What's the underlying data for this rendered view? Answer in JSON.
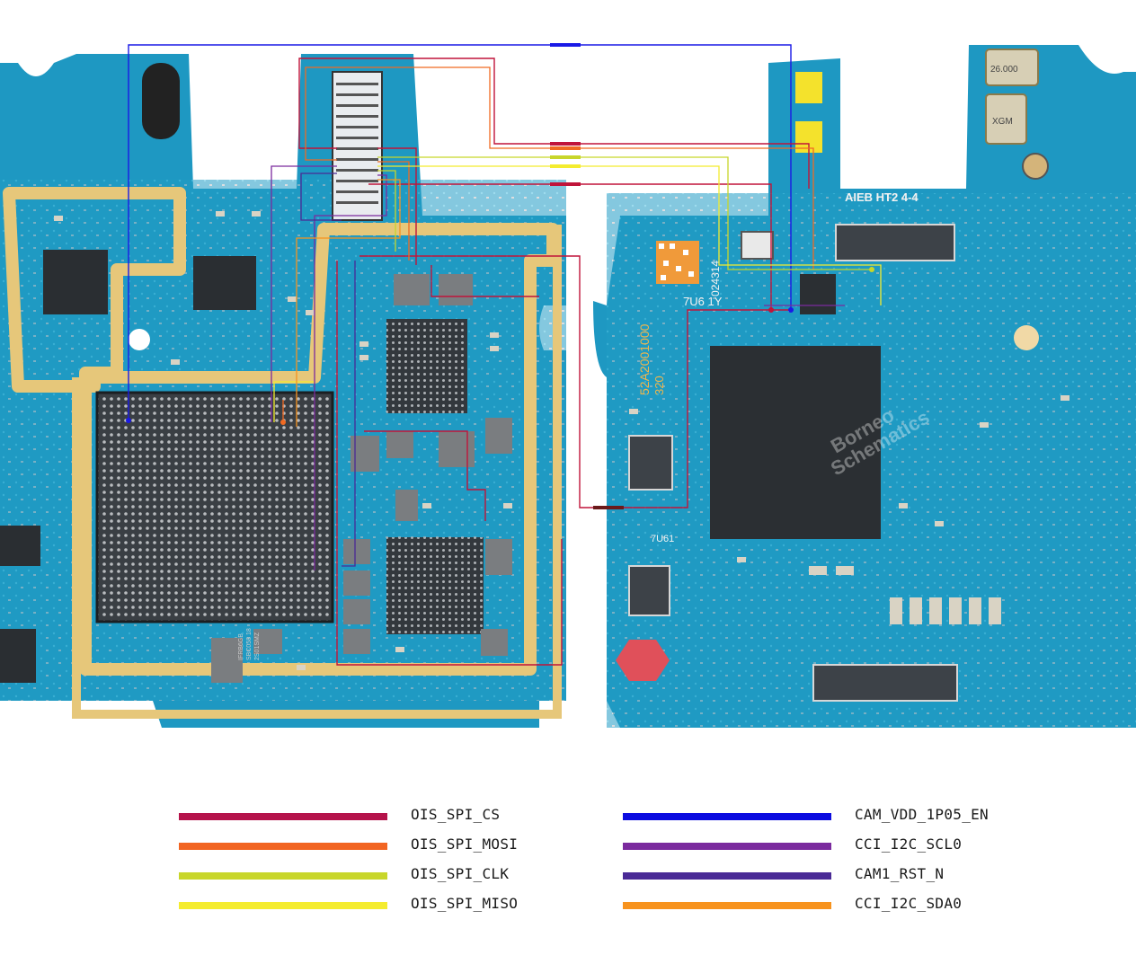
{
  "board": {
    "left_silkscreen": [
      "IFRB6GB",
      "SBC058 18",
      "2S01SMZ"
    ],
    "right_silkscreen": {
      "top_label": "AIEB HT2  4-4",
      "code_a": "024314",
      "code_b": "7U6 1Y",
      "code_c": "52A2001000",
      "code_d": "320",
      "part_mark": "7U61",
      "crystal_a": "26.000",
      "crystal_b": "XGM"
    },
    "watermark": [
      "Borneo",
      "Schematics"
    ]
  },
  "legend": [
    {
      "label": "OIS_SPI_CS",
      "color": "#b5134b"
    },
    {
      "label": "OIS_SPI_MOSI",
      "color": "#f26522"
    },
    {
      "label": "OIS_SPI_CLK",
      "color": "#c8d62a"
    },
    {
      "label": "OIS_SPI_MISO",
      "color": "#f4ec2f"
    },
    {
      "label": "CAM_VDD_1P05_EN",
      "color": "#0c0ce0"
    },
    {
      "label": "CCI_I2C_SCL0",
      "color": "#7b2a9e"
    },
    {
      "label": "CAM1_RST_N",
      "color": "#4a2a96"
    },
    {
      "label": "CCI_I2C_SDA0",
      "color": "#f7931e"
    }
  ]
}
